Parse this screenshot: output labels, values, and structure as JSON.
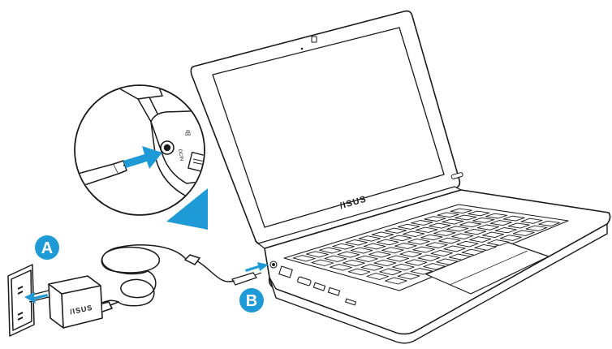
{
  "brand_logo_laptop": "/ISUS",
  "brand_logo_adapter": "/ISUS",
  "markers": {
    "a": {
      "label": "A",
      "color": "#1e9bd7"
    },
    "b": {
      "label": "B",
      "color": "#1e9bd7"
    }
  },
  "colors": {
    "accent": "#1e9bd7",
    "line": "#1a1a1a",
    "arrow": "#1e9bd7"
  },
  "icons": [
    "power-adapter-icon",
    "power-cord-icon",
    "dc-input-port-icon",
    "ethernet-port-icon",
    "usb-port-icon",
    "hdmi-port-icon"
  ]
}
